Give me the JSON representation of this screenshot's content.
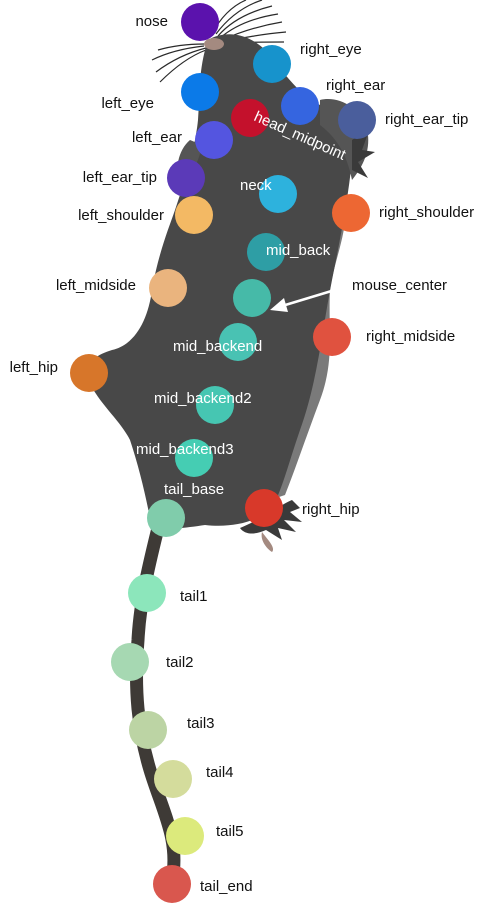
{
  "keypoints": [
    {
      "id": "nose",
      "label": "nose",
      "color": "#5b12ad"
    },
    {
      "id": "right-eye",
      "label": "right_eye",
      "color": "#1793cc"
    },
    {
      "id": "left-eye",
      "label": "left_eye",
      "color": "#0b7ae8"
    },
    {
      "id": "right-ear",
      "label": "right_ear",
      "color": "#3565e0"
    },
    {
      "id": "head-midpoint",
      "label": "head_midpoint",
      "color": "#c4112c"
    },
    {
      "id": "right-ear-tip",
      "label": "right_ear_tip",
      "color": "#4a5e9c"
    },
    {
      "id": "left-ear",
      "label": "left_ear",
      "color": "#5455e0"
    },
    {
      "id": "left-ear-tip",
      "label": "left_ear_tip",
      "color": "#5b3ab8"
    },
    {
      "id": "neck",
      "label": "neck",
      "color": "#2db2dd"
    },
    {
      "id": "left-shoulder",
      "label": "left_shoulder",
      "color": "#f3b964"
    },
    {
      "id": "right-shoulder",
      "label": "right_shoulder",
      "color": "#ed6733"
    },
    {
      "id": "mid-back",
      "label": "mid_back",
      "color": "#2e9ea5"
    },
    {
      "id": "left-midside",
      "label": "left_midside",
      "color": "#eab47e"
    },
    {
      "id": "mouse-center",
      "label": "mouse_center",
      "color": "#46baa8"
    },
    {
      "id": "right-midside",
      "label": "right_midside",
      "color": "#e0523f"
    },
    {
      "id": "mid-backend",
      "label": "mid_backend",
      "color": "#49c2b3"
    },
    {
      "id": "left-hip",
      "label": "left_hip",
      "color": "#d7762a"
    },
    {
      "id": "mid-backend2",
      "label": "mid_backend2",
      "color": "#46c6b2"
    },
    {
      "id": "mid-backend3",
      "label": "mid_backend3",
      "color": "#45cdb3"
    },
    {
      "id": "tail-base",
      "label": "tail_base",
      "color": "#80ccab"
    },
    {
      "id": "right-hip",
      "label": "right_hip",
      "color": "#d8392a"
    },
    {
      "id": "tail1",
      "label": "tail1",
      "color": "#8ce6bb"
    },
    {
      "id": "tail2",
      "label": "tail2",
      "color": "#a6d8b2"
    },
    {
      "id": "tail3",
      "label": "tail3",
      "color": "#bcd4a4"
    },
    {
      "id": "tail4",
      "label": "tail4",
      "color": "#d4dc9c"
    },
    {
      "id": "tail5",
      "label": "tail5",
      "color": "#dcea7c"
    },
    {
      "id": "tail-end",
      "label": "tail_end",
      "color": "#d9574e"
    }
  ],
  "colors": {
    "body": "#484848",
    "body_edge": "#7a7a7a",
    "tail": "#3e3a36",
    "nose_tip": "#a48a80"
  }
}
